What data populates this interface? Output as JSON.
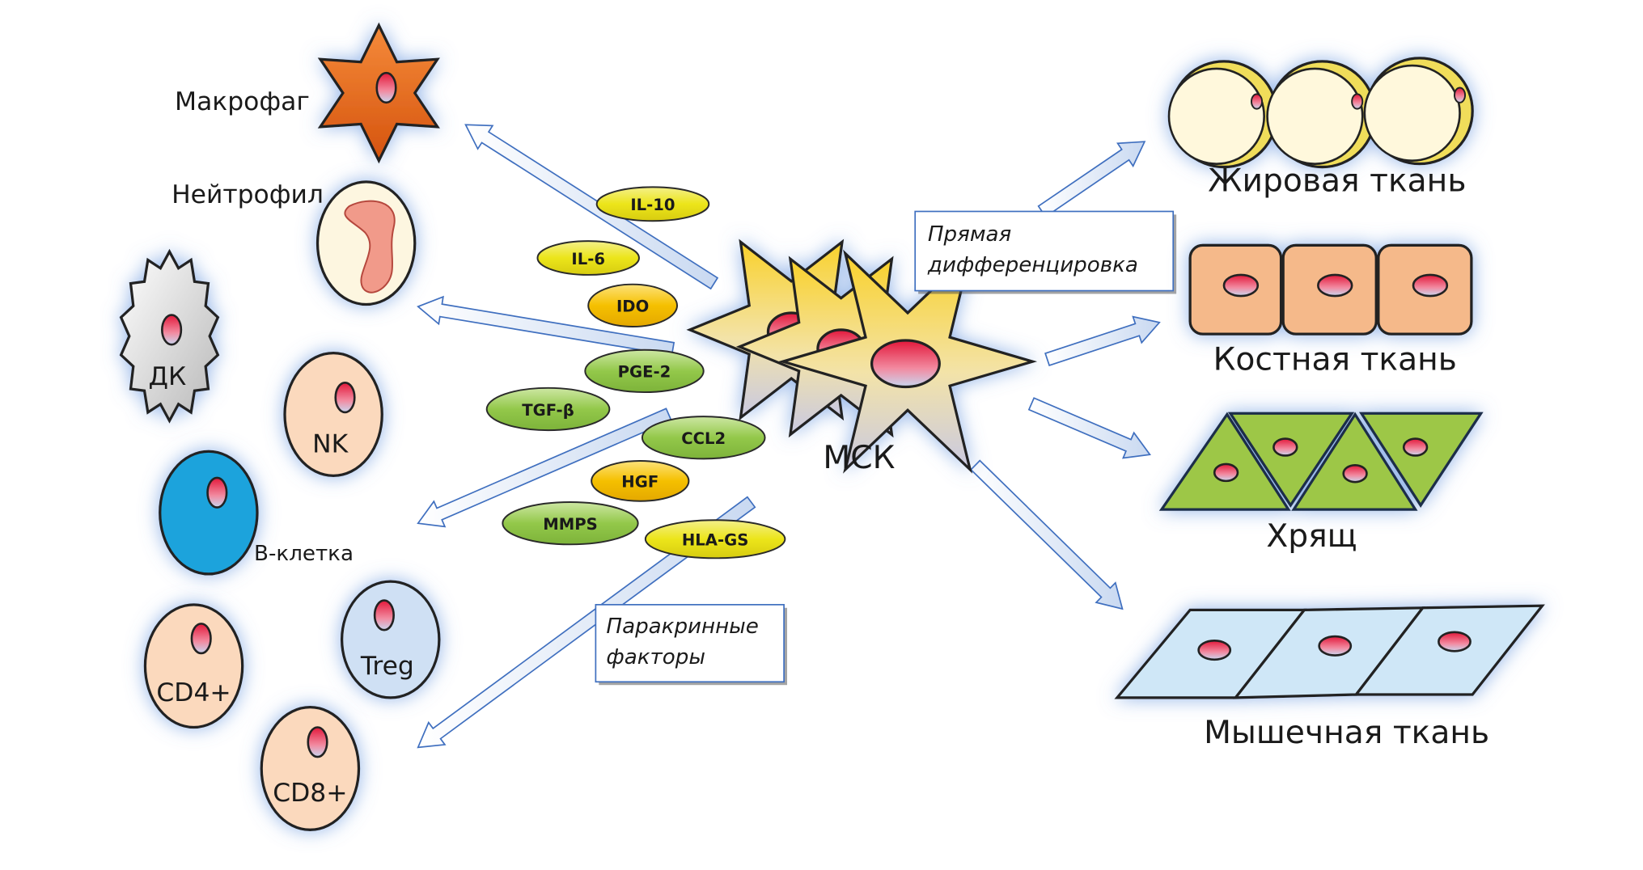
{
  "immune_cells": {
    "macrophage": "Макрофаг",
    "neutrophil": "Нейтрофил",
    "dendritic": "ДК",
    "nk": "NK",
    "bcell": "В-клетка",
    "cd4": "CD4+",
    "treg": "Treg",
    "cd8": "CD8+"
  },
  "factors": [
    "IL-10",
    "IL-6",
    "IDO",
    "PGE-2",
    "TGF-β",
    "CCL2",
    "HGF",
    "MMPS",
    "HLA-GS"
  ],
  "msc_label": "МСК",
  "paracrine_box": {
    "line1": "Паракринные",
    "line2": "факторы"
  },
  "differentiation_box": {
    "line1": "Прямая",
    "line2": "дифференцировка"
  },
  "tissues": {
    "fat": "Жировая ткань",
    "bone": "Костная ткань",
    "cartilage": "Хрящ",
    "muscle": "Мышечная ткань"
  },
  "colors": {
    "factor_yellow": "#e9e21a",
    "factor_gold": "#f2bd00",
    "factor_green": "#8dc63f",
    "macrophage": "#e8661c",
    "bcell": "#1aa3dc",
    "lymphocyte": "#fbd9bd",
    "treg": "#cfe0f4",
    "msc_star": "#f6c919",
    "bone": "#f5b98a",
    "cartilage": "#9dc747",
    "muscle": "#cfe7f7",
    "fat": "#fff8dc",
    "nucleus": "#e2183a",
    "arrow_outline": "#3f6fbf"
  }
}
